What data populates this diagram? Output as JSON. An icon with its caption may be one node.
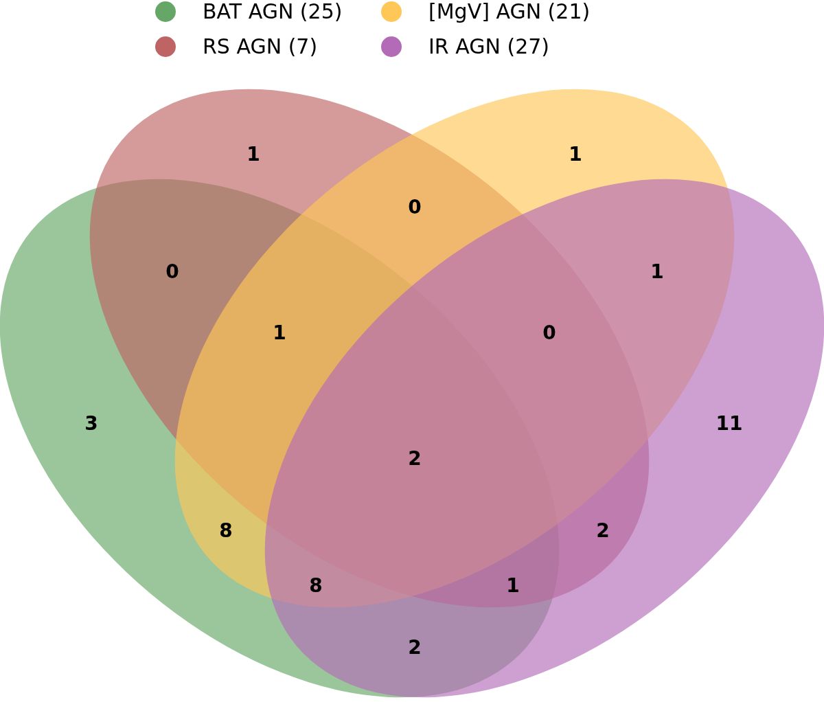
{
  "diagram": {
    "labels": [
      "1",
      "1",
      "0",
      "0",
      "1",
      "1",
      "0",
      "3",
      "11",
      "2",
      "8",
      "2",
      "8",
      "1",
      "2"
    ],
    "legend": [
      {
        "text": "BAT AGN (25)",
        "color": "#66a666"
      },
      {
        "text": "[MgV] AGN (21)",
        "color": "#ffc658"
      },
      {
        "text": "RS AGN (7)",
        "color": "#bf6464"
      },
      {
        "text": "IR AGN (27)",
        "color": "#b36bb8"
      }
    ]
  }
}
